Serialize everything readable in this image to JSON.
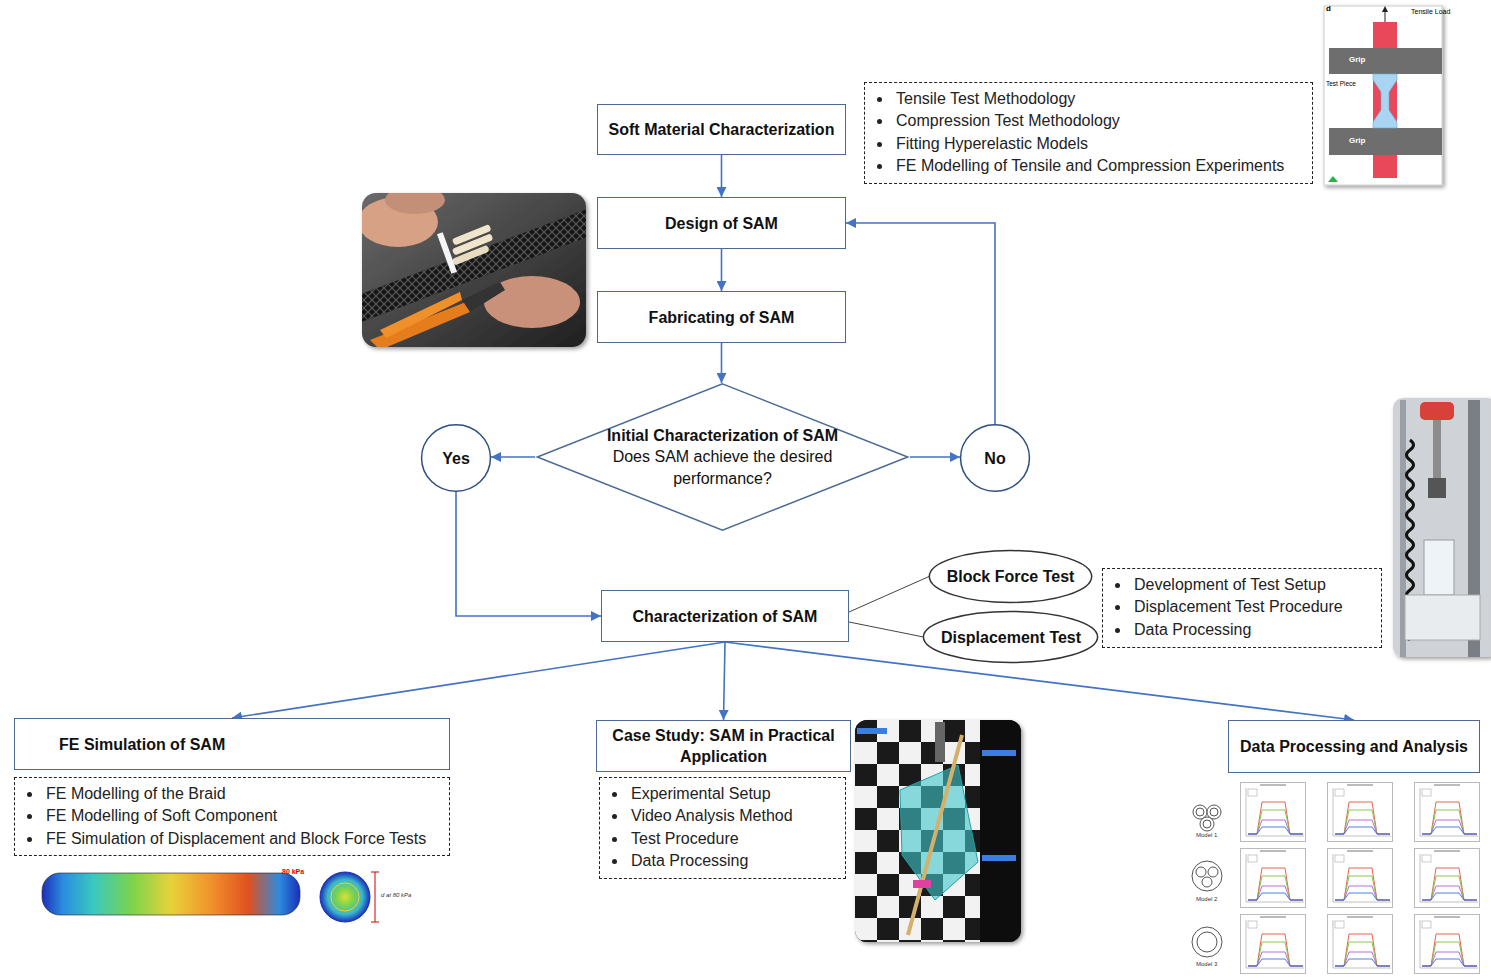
{
  "diagram": {
    "nodes": [
      {
        "text": [
          "Soft Material Characterization"
        ]
      },
      {
        "text": [
          "Tensile Test Methodology",
          "Compression Test Methodology",
          "Fitting Hyperelastic Models",
          "FE Modelling of Tensile and Compression Experiments"
        ]
      },
      {
        "text": [
          "Design of SAM"
        ]
      },
      {
        "text": [
          "Fabricating of SAM"
        ]
      },
      {
        "text": [
          "Initial Characterization of SAM",
          "Does SAM achieve the desired performance?"
        ]
      },
      {
        "text": [
          "Yes"
        ]
      },
      {
        "text": [
          "No"
        ]
      },
      {
        "text": [
          "Characterization of SAM"
        ]
      },
      {
        "text": [
          "Block Force Test"
        ]
      },
      {
        "text": [
          "Displacement Test"
        ]
      },
      {
        "text": [
          "Development of Test Setup",
          "Displacement Test Procedure",
          "Data Processing"
        ]
      },
      {
        "text": [
          "FE Simulation of SAM"
        ]
      },
      {
        "text": [
          "FE Modelling of the Braid",
          "FE Modelling of Soft Component",
          "FE Simulation of Displacement and Block Force Tests"
        ]
      },
      {
        "text": [
          "Case Study: SAM in Practical Application"
        ]
      },
      {
        "text": [
          "Experimental Setup",
          "Video Analysis Method",
          "Test Procedure",
          "Data Processing"
        ]
      },
      {
        "text": [
          "Data Processing and Analysis"
        ]
      }
    ],
    "edges": [
      {
        "from": 0,
        "to": 2,
        "arrow": "to"
      },
      {
        "from": 2,
        "to": 3,
        "arrow": "to"
      },
      {
        "from": 3,
        "to": 4,
        "arrow": "to"
      },
      {
        "from": 4,
        "to": 5,
        "arrow": "to"
      },
      {
        "from": 4,
        "to": 6,
        "arrow": "to"
      },
      {
        "from": 6,
        "to": 2,
        "arrow": "to"
      },
      {
        "from": 5,
        "to": 7,
        "arrow": "to"
      },
      {
        "from": 7,
        "to": 8,
        "arrow": "none"
      },
      {
        "from": 7,
        "to": 9,
        "arrow": "none"
      },
      {
        "from": 7,
        "to": 11,
        "arrow": "to"
      },
      {
        "from": 7,
        "to": 13,
        "arrow": "to"
      },
      {
        "from": 7,
        "to": 15,
        "arrow": "to"
      }
    ],
    "labels": [
      "d",
      "Tensile Load",
      "Grip",
      "Test Piece",
      "Grip",
      "80 kPa",
      "d at 80 kPa",
      "Model 1",
      "Model 2",
      "Model 3"
    ]
  }
}
